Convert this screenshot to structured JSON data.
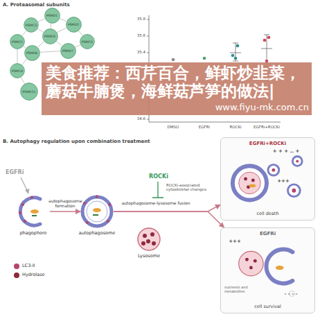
{
  "diagram": {
    "nodes": [
      {
        "text": [
          "PSMD1"
        ]
      },
      {
        "text": [
          "PSMC3"
        ]
      },
      {
        "text": [
          "PSMD2"
        ]
      },
      {
        "text": [
          "PSMC1"
        ]
      },
      {
        "text": [
          "PSMD3"
        ]
      },
      {
        "text": [
          "PSMC5"
        ]
      },
      {
        "text": [
          "PSMD6"
        ]
      },
      {
        "text": [
          "PSMD7"
        ]
      },
      {
        "text": [
          "PSMC4"
        ]
      },
      {
        "text": [
          "PSMD11"
        ]
      },
      {
        "text": [
          "phagophore"
        ]
      },
      {
        "text": [
          "autophagosome"
        ]
      },
      {
        "text": [
          "Lysosome"
        ]
      },
      {
        "text": [
          "EGFRi+ROCKi",
          "cell death"
        ]
      },
      {
        "text": [
          "EGFRi",
          "cell survival",
          "nutrients and metabolites"
        ]
      }
    ],
    "edges": [
      {
        "from": 0,
        "to": 1,
        "arrow": "none"
      },
      {
        "from": 0,
        "to": 2,
        "arrow": "none"
      },
      {
        "from": 0,
        "to": 4,
        "arrow": "none"
      },
      {
        "from": 1,
        "to": 3,
        "arrow": "none"
      },
      {
        "from": 1,
        "to": 4,
        "arrow": "none"
      },
      {
        "from": 2,
        "to": 4,
        "arrow": "none"
      },
      {
        "from": 2,
        "to": 5,
        "arrow": "none"
      },
      {
        "from": 3,
        "to": 6,
        "arrow": "none"
      },
      {
        "from": 4,
        "to": 6,
        "arrow": "none"
      },
      {
        "from": 4,
        "to": 7,
        "arrow": "none"
      },
      {
        "from": 5,
        "to": 7,
        "arrow": "none"
      },
      {
        "from": 6,
        "to": 7,
        "arrow": "none"
      },
      {
        "from": 3,
        "to": 8,
        "arrow": "none"
      },
      {
        "from": 6,
        "to": 8,
        "arrow": "none"
      },
      {
        "from": 8,
        "to": 9,
        "arrow": "none"
      },
      {
        "from": 10,
        "to": 11,
        "label": "autophagosome formation",
        "arrow": "to"
      },
      {
        "from": 11,
        "to": 13,
        "arrow": "to"
      },
      {
        "from": 11,
        "to": 14,
        "arrow": "to"
      }
    ],
    "labels": [
      "A. Proteasomal subunits",
      "35.8",
      "35.6",
      "35.4",
      "34.6",
      "DMSO",
      "EGFRi",
      "ROCKi",
      "EGFRi+ROCKi",
      "美食推荐：西芹百合，鲜虾炒韭菜，蘑菇牛腩煲，海鲜菇芦笋的做法|",
      "www.fiyu-mk.com.cn",
      "B. Autophagy regulation upon combination treatment",
      "EGFRi",
      "ROCKi",
      "ROCKi-associated cytoskeletal changes",
      "autophagosome-lysosome fusion",
      "+ + + .. +",
      "+++",
      "+++",
      "- - - -"
    ],
    "legend": [
      {
        "text": "LC3-II",
        "color": "#b5446e"
      },
      {
        "text": "Hydrolase",
        "color": "#8e2a3c"
      }
    ]
  }
}
